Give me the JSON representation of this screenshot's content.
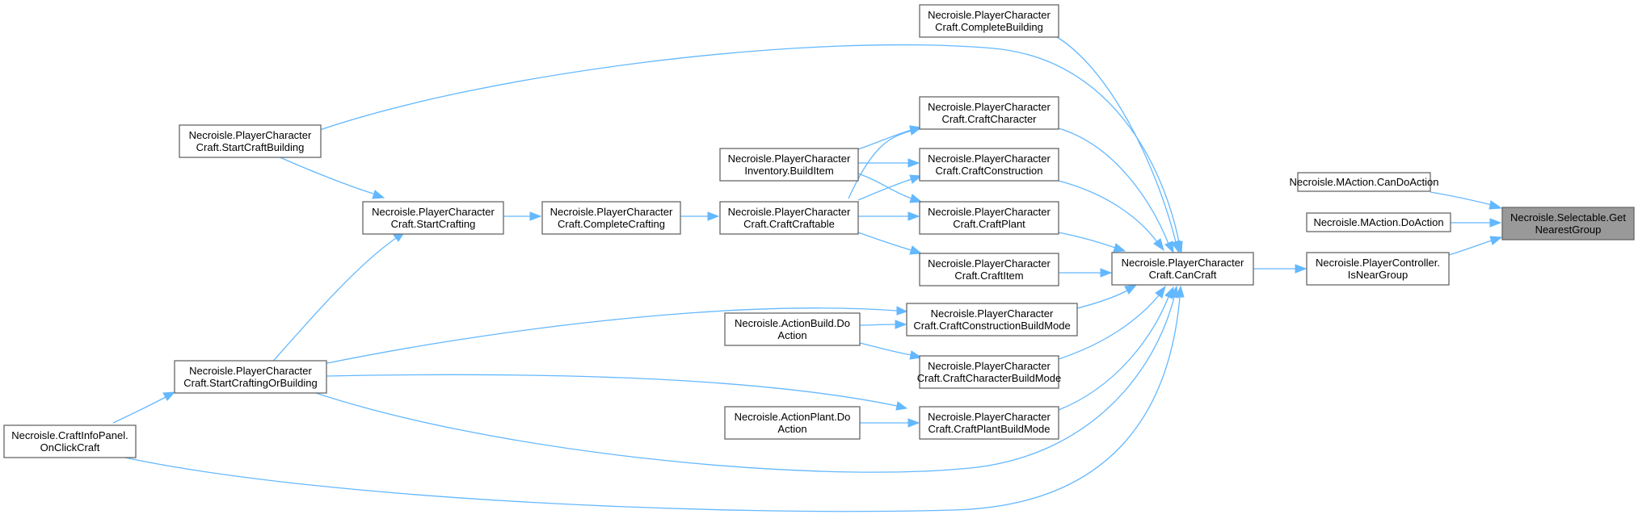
{
  "colors": {
    "edge": "#63b8ff",
    "node_border": "#666666",
    "root_fill": "#999999",
    "node_fill": "#ffffff",
    "background": "#ffffff"
  },
  "nodes": [
    {
      "id": "get_nearest_group",
      "lines": [
        "Necroisle.Selectable.Get",
        "NearestGroup"
      ],
      "root": true
    },
    {
      "id": "can_do_action",
      "lines": [
        "Necroisle.MAction.CanDoAction"
      ]
    },
    {
      "id": "do_action",
      "lines": [
        "Necroisle.MAction.DoAction"
      ]
    },
    {
      "id": "is_near_group",
      "lines": [
        "Necroisle.PlayerController.",
        "IsNearGroup"
      ]
    },
    {
      "id": "can_craft",
      "lines": [
        "Necroisle.PlayerCharacter",
        "Craft.CanCraft"
      ]
    },
    {
      "id": "complete_building",
      "lines": [
        "Necroisle.PlayerCharacter",
        "Craft.CompleteBuilding"
      ]
    },
    {
      "id": "craft_character",
      "lines": [
        "Necroisle.PlayerCharacter",
        "Craft.CraftCharacter"
      ]
    },
    {
      "id": "craft_construction",
      "lines": [
        "Necroisle.PlayerCharacter",
        "Craft.CraftConstruction"
      ]
    },
    {
      "id": "craft_plant",
      "lines": [
        "Necroisle.PlayerCharacter",
        "Craft.CraftPlant"
      ]
    },
    {
      "id": "craft_item",
      "lines": [
        "Necroisle.PlayerCharacter",
        "Craft.CraftItem"
      ]
    },
    {
      "id": "craft_construction_build_mode",
      "lines": [
        "Necroisle.PlayerCharacter",
        "Craft.CraftConstructionBuildMode"
      ]
    },
    {
      "id": "craft_character_build_mode",
      "lines": [
        "Necroisle.PlayerCharacter",
        "Craft.CraftCharacterBuildMode"
      ]
    },
    {
      "id": "craft_plant_build_mode",
      "lines": [
        "Necroisle.PlayerCharacter",
        "Craft.CraftPlantBuildMode"
      ]
    },
    {
      "id": "build_item",
      "lines": [
        "Necroisle.PlayerCharacter",
        "Inventory.BuildItem"
      ]
    },
    {
      "id": "craft_craftable",
      "lines": [
        "Necroisle.PlayerCharacter",
        "Craft.CraftCraftable"
      ]
    },
    {
      "id": "action_build_do_action",
      "lines": [
        "Necroisle.ActionBuild.Do",
        "Action"
      ]
    },
    {
      "id": "action_plant_do_action",
      "lines": [
        "Necroisle.ActionPlant.Do",
        "Action"
      ]
    },
    {
      "id": "complete_crafting",
      "lines": [
        "Necroisle.PlayerCharacter",
        "Craft.CompleteCrafting"
      ]
    },
    {
      "id": "start_crafting",
      "lines": [
        "Necroisle.PlayerCharacter",
        "Craft.StartCrafting"
      ]
    },
    {
      "id": "start_craft_building",
      "lines": [
        "Necroisle.PlayerCharacter",
        "Craft.StartCraftBuilding"
      ]
    },
    {
      "id": "start_crafting_or_building",
      "lines": [
        "Necroisle.PlayerCharacter",
        "Craft.StartCraftingOrBuilding"
      ]
    },
    {
      "id": "on_click_craft",
      "lines": [
        "Necroisle.CraftInfoPanel.",
        "OnClickCraft"
      ]
    }
  ]
}
